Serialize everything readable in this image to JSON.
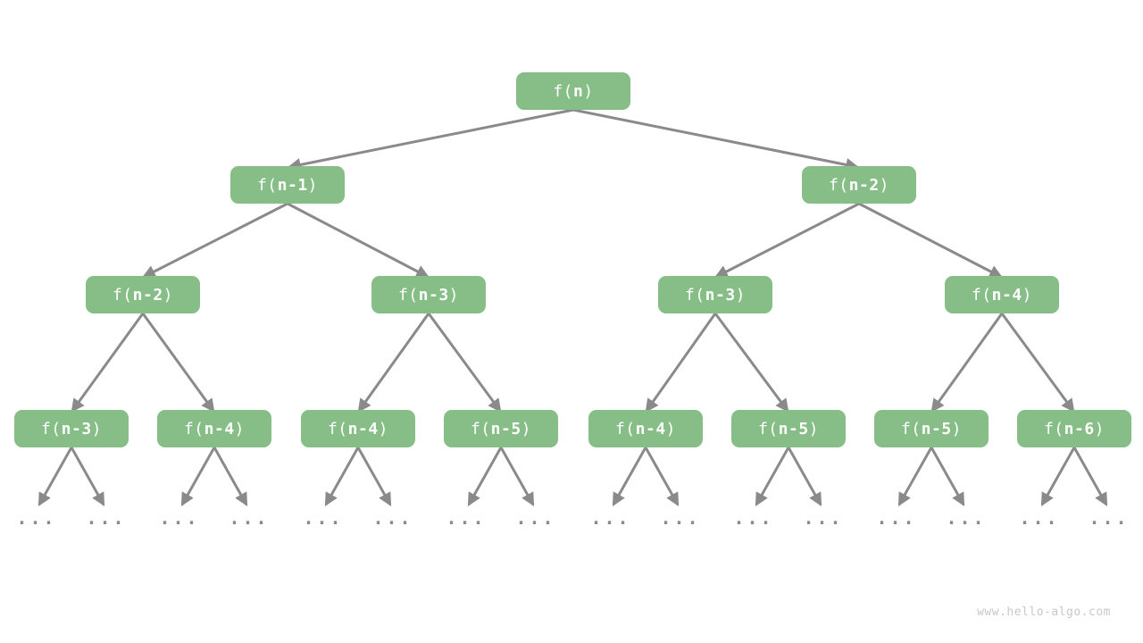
{
  "diagram": {
    "type": "recursion-tree",
    "description": "Recursion tree of f(n) = f(n-1) + f(n-2)"
  },
  "colors": {
    "node_fill": "#87BE87",
    "node_text": "#FFFFFF",
    "arrow": "#8A8A8A",
    "ellipsis": "#8A8A8A",
    "watermark": "#C8C8C8",
    "background": "#FFFFFF"
  },
  "nodes": [
    {
      "pre": "f(",
      "var": "n",
      "suf": ")"
    },
    {
      "pre": "f(",
      "var": "n-1",
      "suf": ")"
    },
    {
      "pre": "f(",
      "var": "n-2",
      "suf": ")"
    },
    {
      "pre": "f(",
      "var": "n-2",
      "suf": ")"
    },
    {
      "pre": "f(",
      "var": "n-3",
      "suf": ")"
    },
    {
      "pre": "f(",
      "var": "n-3",
      "suf": ")"
    },
    {
      "pre": "f(",
      "var": "n-4",
      "suf": ")"
    },
    {
      "pre": "f(",
      "var": "n-3",
      "suf": ")"
    },
    {
      "pre": "f(",
      "var": "n-4",
      "suf": ")"
    },
    {
      "pre": "f(",
      "var": "n-4",
      "suf": ")"
    },
    {
      "pre": "f(",
      "var": "n-5",
      "suf": ")"
    },
    {
      "pre": "f(",
      "var": "n-4",
      "suf": ")"
    },
    {
      "pre": "f(",
      "var": "n-5",
      "suf": ")"
    },
    {
      "pre": "f(",
      "var": "n-5",
      "suf": ")"
    },
    {
      "pre": "f(",
      "var": "n-6",
      "suf": ")"
    }
  ],
  "leaf_label": "...",
  "watermark": "www.hello-algo.com"
}
